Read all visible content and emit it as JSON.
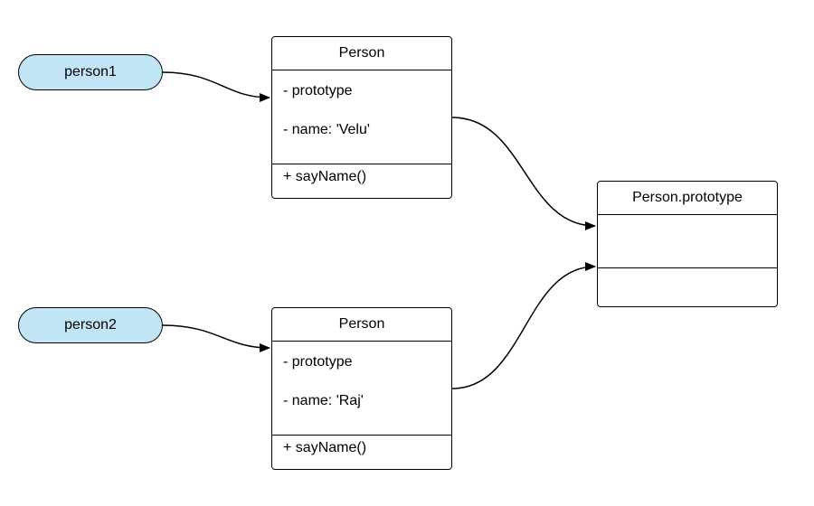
{
  "instances": [
    {
      "label": "person1"
    },
    {
      "label": "person2"
    }
  ],
  "classes": [
    {
      "title": "Person",
      "attributes": [
        "- prototype",
        "- name: 'Velu'"
      ],
      "methods": [
        "+ sayName()"
      ]
    },
    {
      "title": "Person",
      "attributes": [
        "- prototype",
        "- name: 'Raj'"
      ],
      "methods": [
        "+ sayName()"
      ]
    }
  ],
  "prototype": {
    "title": "Person.prototype"
  },
  "colors": {
    "instance_fill": "#c1e4f7",
    "stroke": "#000000",
    "background": "#ffffff"
  }
}
